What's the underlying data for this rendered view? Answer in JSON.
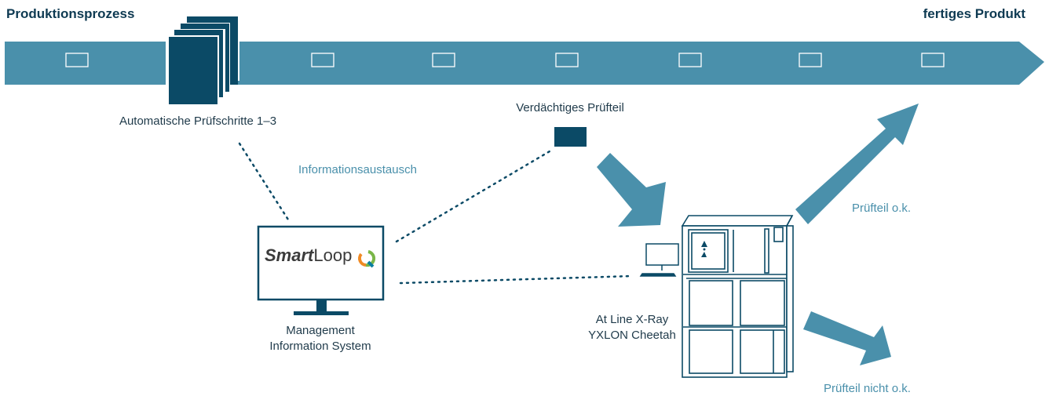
{
  "header": {
    "start_label": "Produktionsprozess",
    "end_label": "fertiges Produkt"
  },
  "nodes": {
    "auto_steps": "Automatische Prüfschritte 1–3",
    "suspicious_part": "Verdächtiges Prüfteil",
    "info_exchange": "Informationsaustausch",
    "mis_line1": "Management",
    "mis_line2": "Information System",
    "xray_line1": "At Line X-Ray",
    "xray_line2": "YXLON Cheetah",
    "part_ok": "Prüfteil o.k.",
    "part_not_ok": "Prüfteil nicht o.k."
  },
  "logo": {
    "smart": "Smart",
    "loop": "Loop"
  },
  "colors": {
    "band": "#4a90ab",
    "dark": "#0b4a66",
    "logo_green": "#7ab648",
    "logo_orange": "#f08a24"
  }
}
